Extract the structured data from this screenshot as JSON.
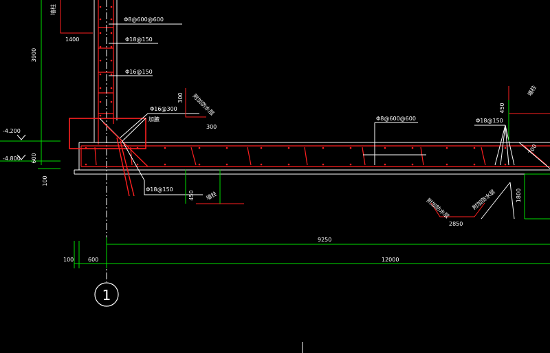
{
  "drawing": {
    "colors": {
      "background": "#000000",
      "outline": "#ffffff",
      "rebar": "#ff2020",
      "dimension": "#00e000",
      "text": "#ffffff"
    },
    "labels": {
      "wall_note": "墙柱",
      "dim_1400": "1400",
      "dim_3900": "3900",
      "rebar_wall_tie": "Φ8@600@600",
      "rebar_wall_vert1": "Φ18@150",
      "rebar_wall_vert2": "Φ16@150",
      "dim_300a": "300",
      "note_waterproof_a": "附加防水层",
      "rebar_haunch": "Φ16@300",
      "haunch_note": "加腋",
      "dim_300b": "300",
      "elev_4200": "-4.200",
      "elev_4800": "-4.800",
      "dim_600_side": "600",
      "dim_100_side": "100",
      "rebar_slab_tie": "Φ8@600@600",
      "rebar_slab_right": "Φ18@150",
      "dim_450_right": "450",
      "note_right_top": "墙柱",
      "dim_700": "700",
      "rebar_bottom": "Φ18@150",
      "dim_450_bottom": "450",
      "note_bottom": "墙柱",
      "dim_1800": "1800",
      "note_waterproof_b": "附加防水层",
      "note_waterproof_c": "附加防水层",
      "dim_2850": "2850",
      "dim_9250": "9250",
      "dim_100": "100",
      "dim_600": "600",
      "dim_12000": "12000",
      "axis_1": "1"
    }
  }
}
